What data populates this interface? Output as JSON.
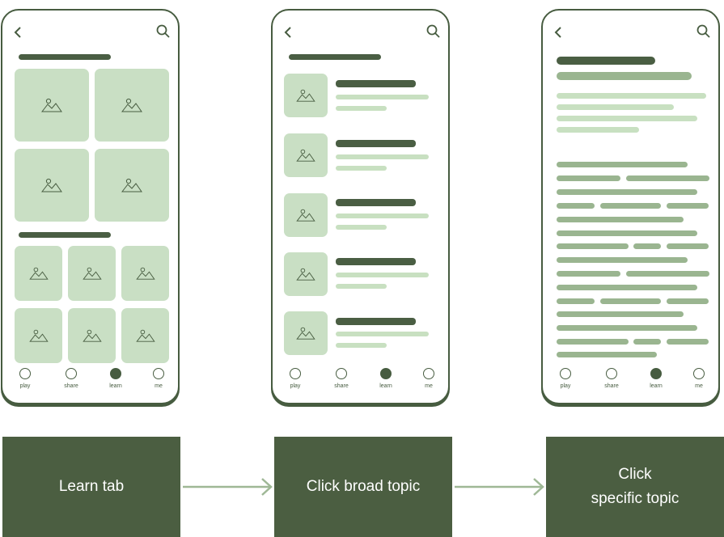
{
  "colors": {
    "dark": "#4a5e43",
    "mid": "#9ab590",
    "light": "#c8e0c1",
    "tile": "#c9dfc4",
    "box": "#4b5e41",
    "arrow": "#9fb896"
  },
  "nav": {
    "play": "play",
    "share": "share",
    "learn": "learn",
    "me": "me"
  },
  "screens": [
    {
      "title": "Learn tab",
      "active_nav": "learn"
    },
    {
      "title": "Click broad topic",
      "active_nav": "learn"
    },
    {
      "title": "Click specific topic",
      "title_lines": [
        "Click",
        "specific topic"
      ],
      "active_nav": "learn"
    }
  ],
  "flow": {
    "step1": "Learn tab",
    "step2": "Click broad topic",
    "step3_line1": "Click",
    "step3_line2": "specific topic"
  }
}
